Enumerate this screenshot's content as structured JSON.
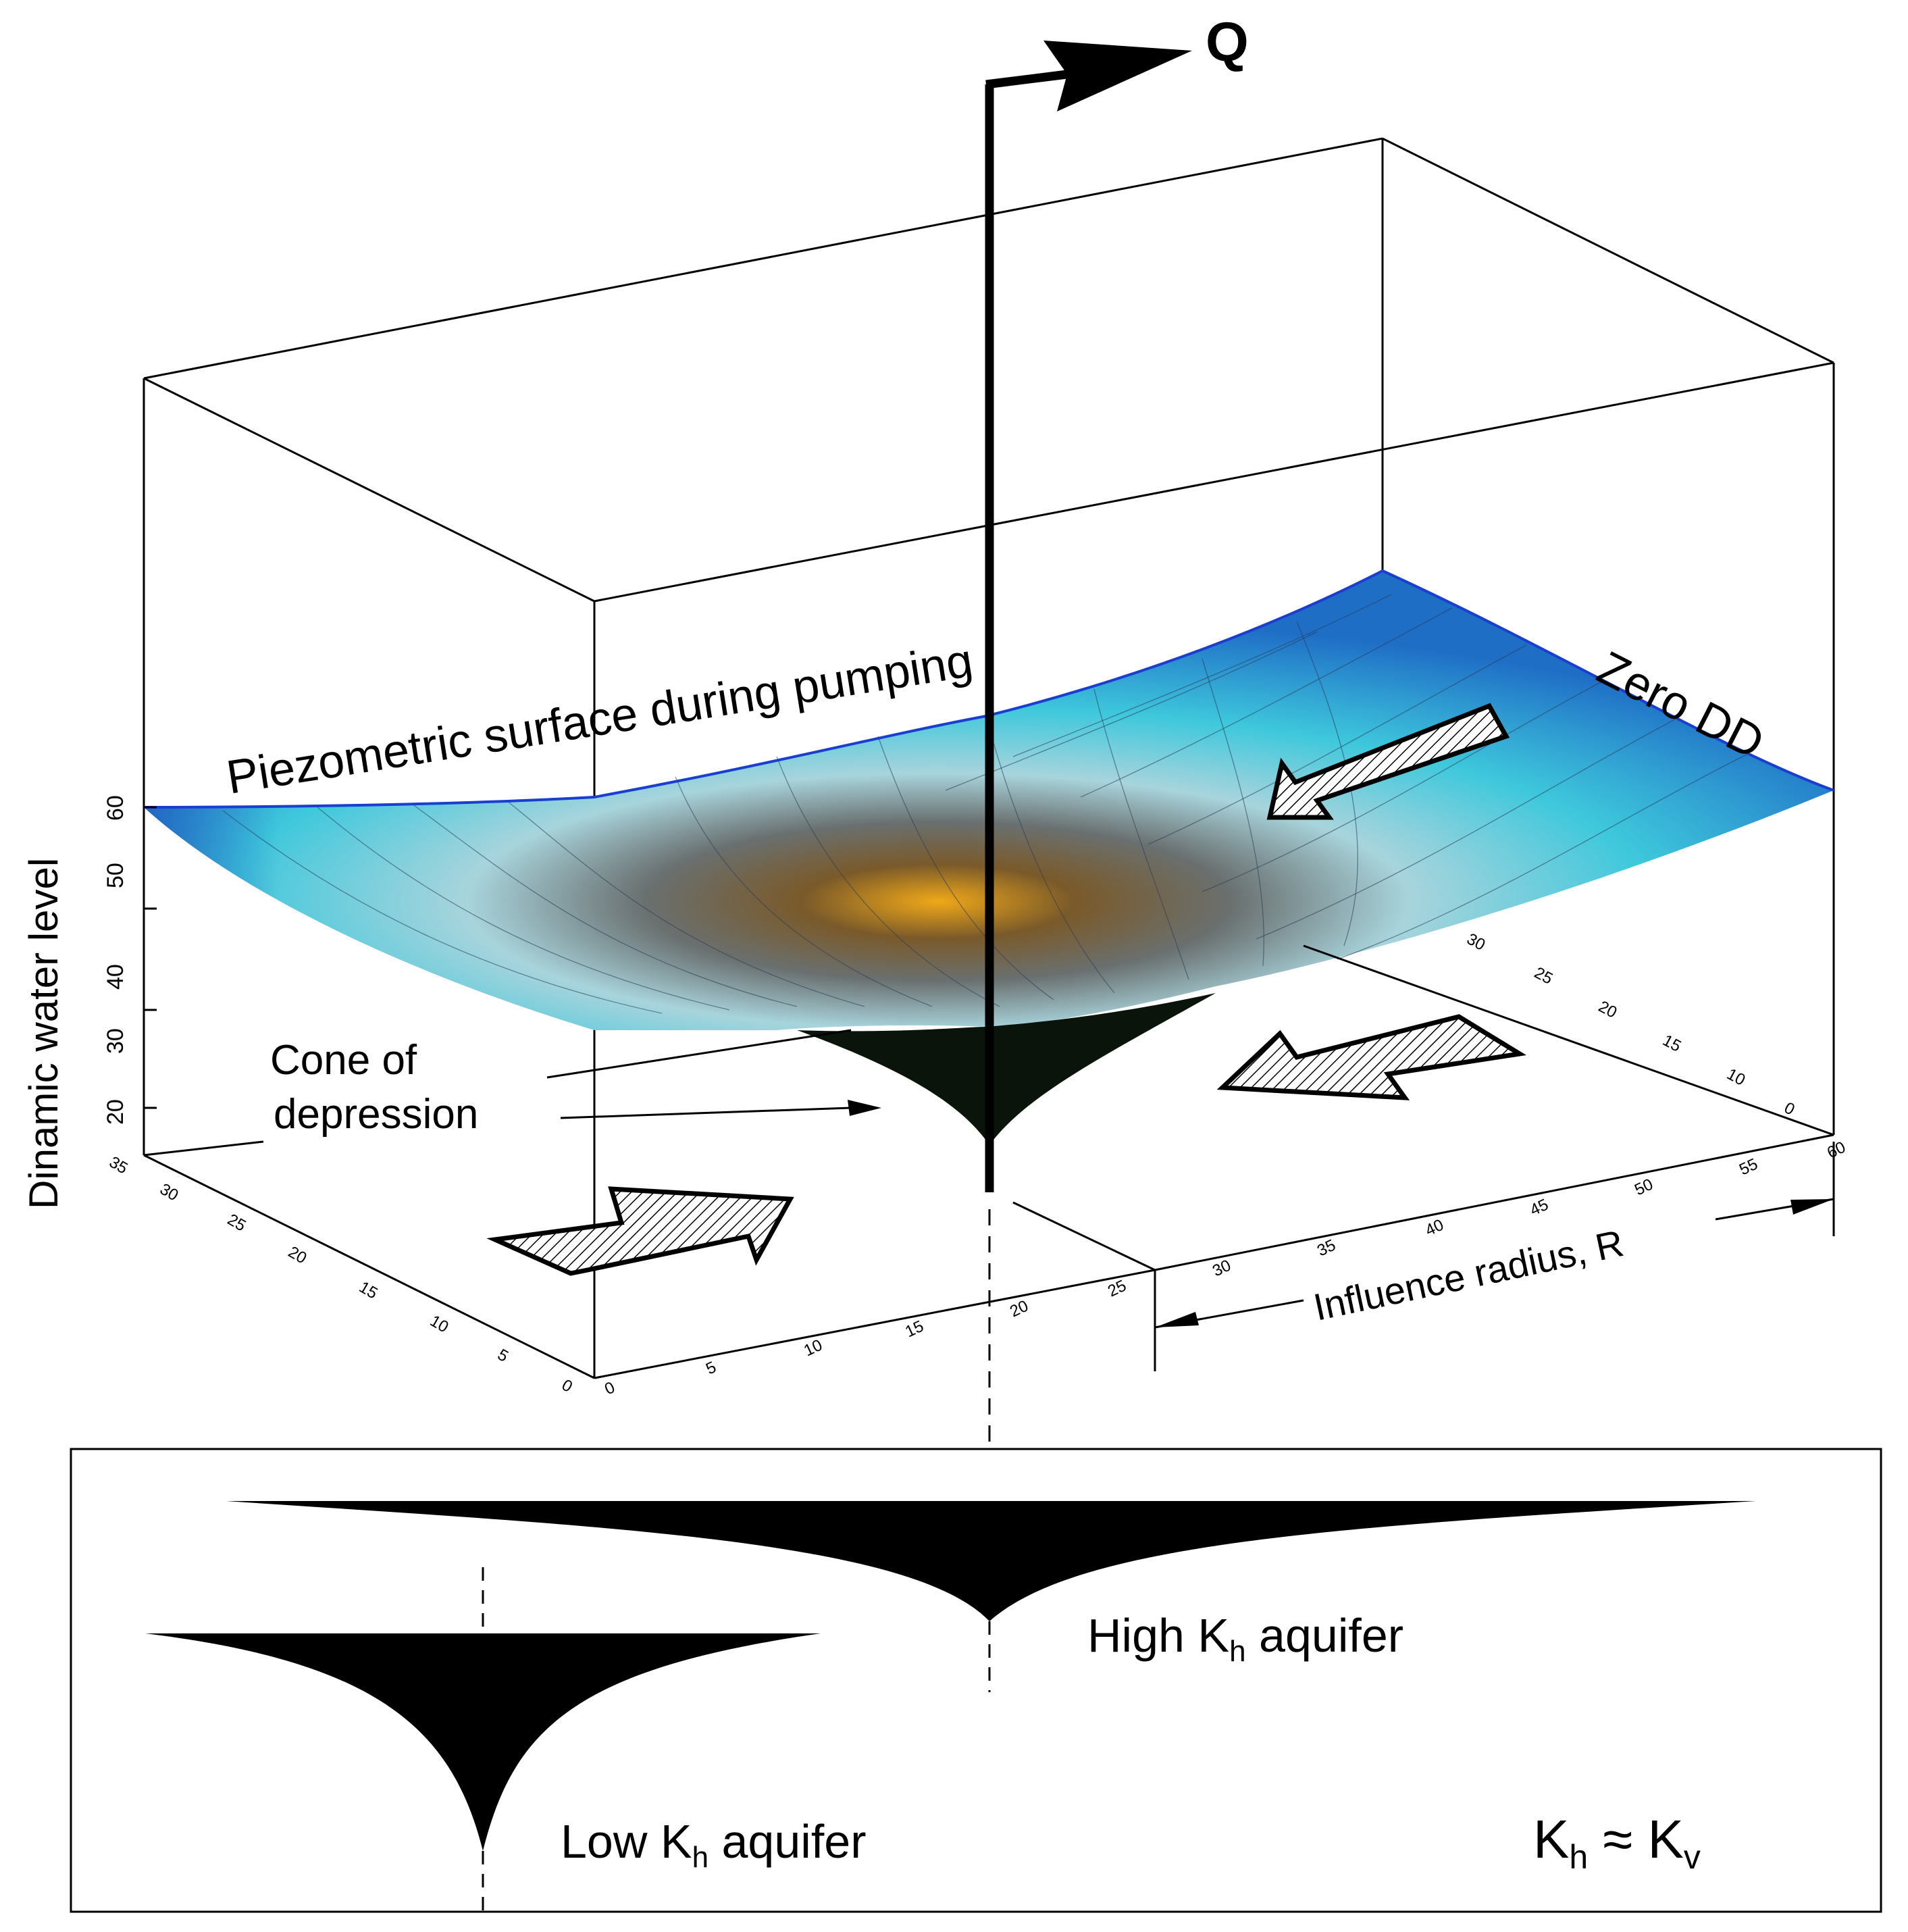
{
  "diagram": {
    "flow_label": "Q",
    "surface_label": "Piezometric surface during pumping",
    "zero_dd_label": "Zero DD",
    "vertical_axis_label": "Dinamic water level",
    "vertical_ticks": [
      "60",
      "50",
      "40",
      "30",
      "20"
    ],
    "cone_label_line1": "Cone of",
    "cone_label_line2": "depression",
    "influence_label": "Influence radius, R",
    "front_axis_ticks": [
      "0",
      "5",
      "10",
      "15",
      "20",
      "25",
      "30",
      "35",
      "40",
      "45",
      "50",
      "55",
      "60"
    ],
    "left_axis_ticks": [
      "0",
      "5",
      "10",
      "15",
      "20",
      "25",
      "30",
      "35"
    ],
    "right_axis_ticks": [
      "0",
      "10",
      "15",
      "20",
      "25",
      "30"
    ]
  },
  "comparison": {
    "high_label": "High K",
    "high_sub": "h",
    "high_suffix": " aquifer",
    "low_label": "Low K",
    "low_sub": "h",
    "low_suffix": " aquifer",
    "relation_left": "K",
    "relation_left_sub": "h",
    "relation_symbol": " ≈ K",
    "relation_right_sub": "v"
  },
  "colors": {
    "surface_edge": "#1a3fd0",
    "surface_blue": "#1f78c8",
    "surface_cyan": "#33c4d6",
    "cone_fill": "#0a140a"
  }
}
